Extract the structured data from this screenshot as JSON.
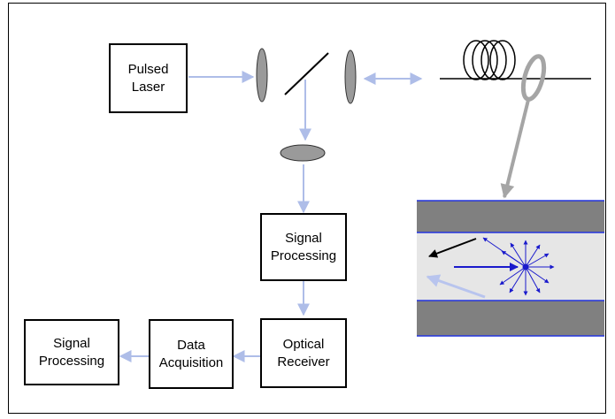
{
  "blocks": {
    "pulsed_laser": "Pulsed\nLaser",
    "signal_processing_top": "Signal\nProcessing",
    "optical_receiver": "Optical\nReceiver",
    "data_acquisition": "Data\nAcquisition",
    "signal_processing_left": "Signal\nProcessing"
  },
  "colors": {
    "beam": "#aebde8",
    "optic": "#9a9a9a",
    "cladding": "#808080",
    "core": "#e6e6e6",
    "scatter": "#1a1acc",
    "boundary": "#2233dd"
  }
}
